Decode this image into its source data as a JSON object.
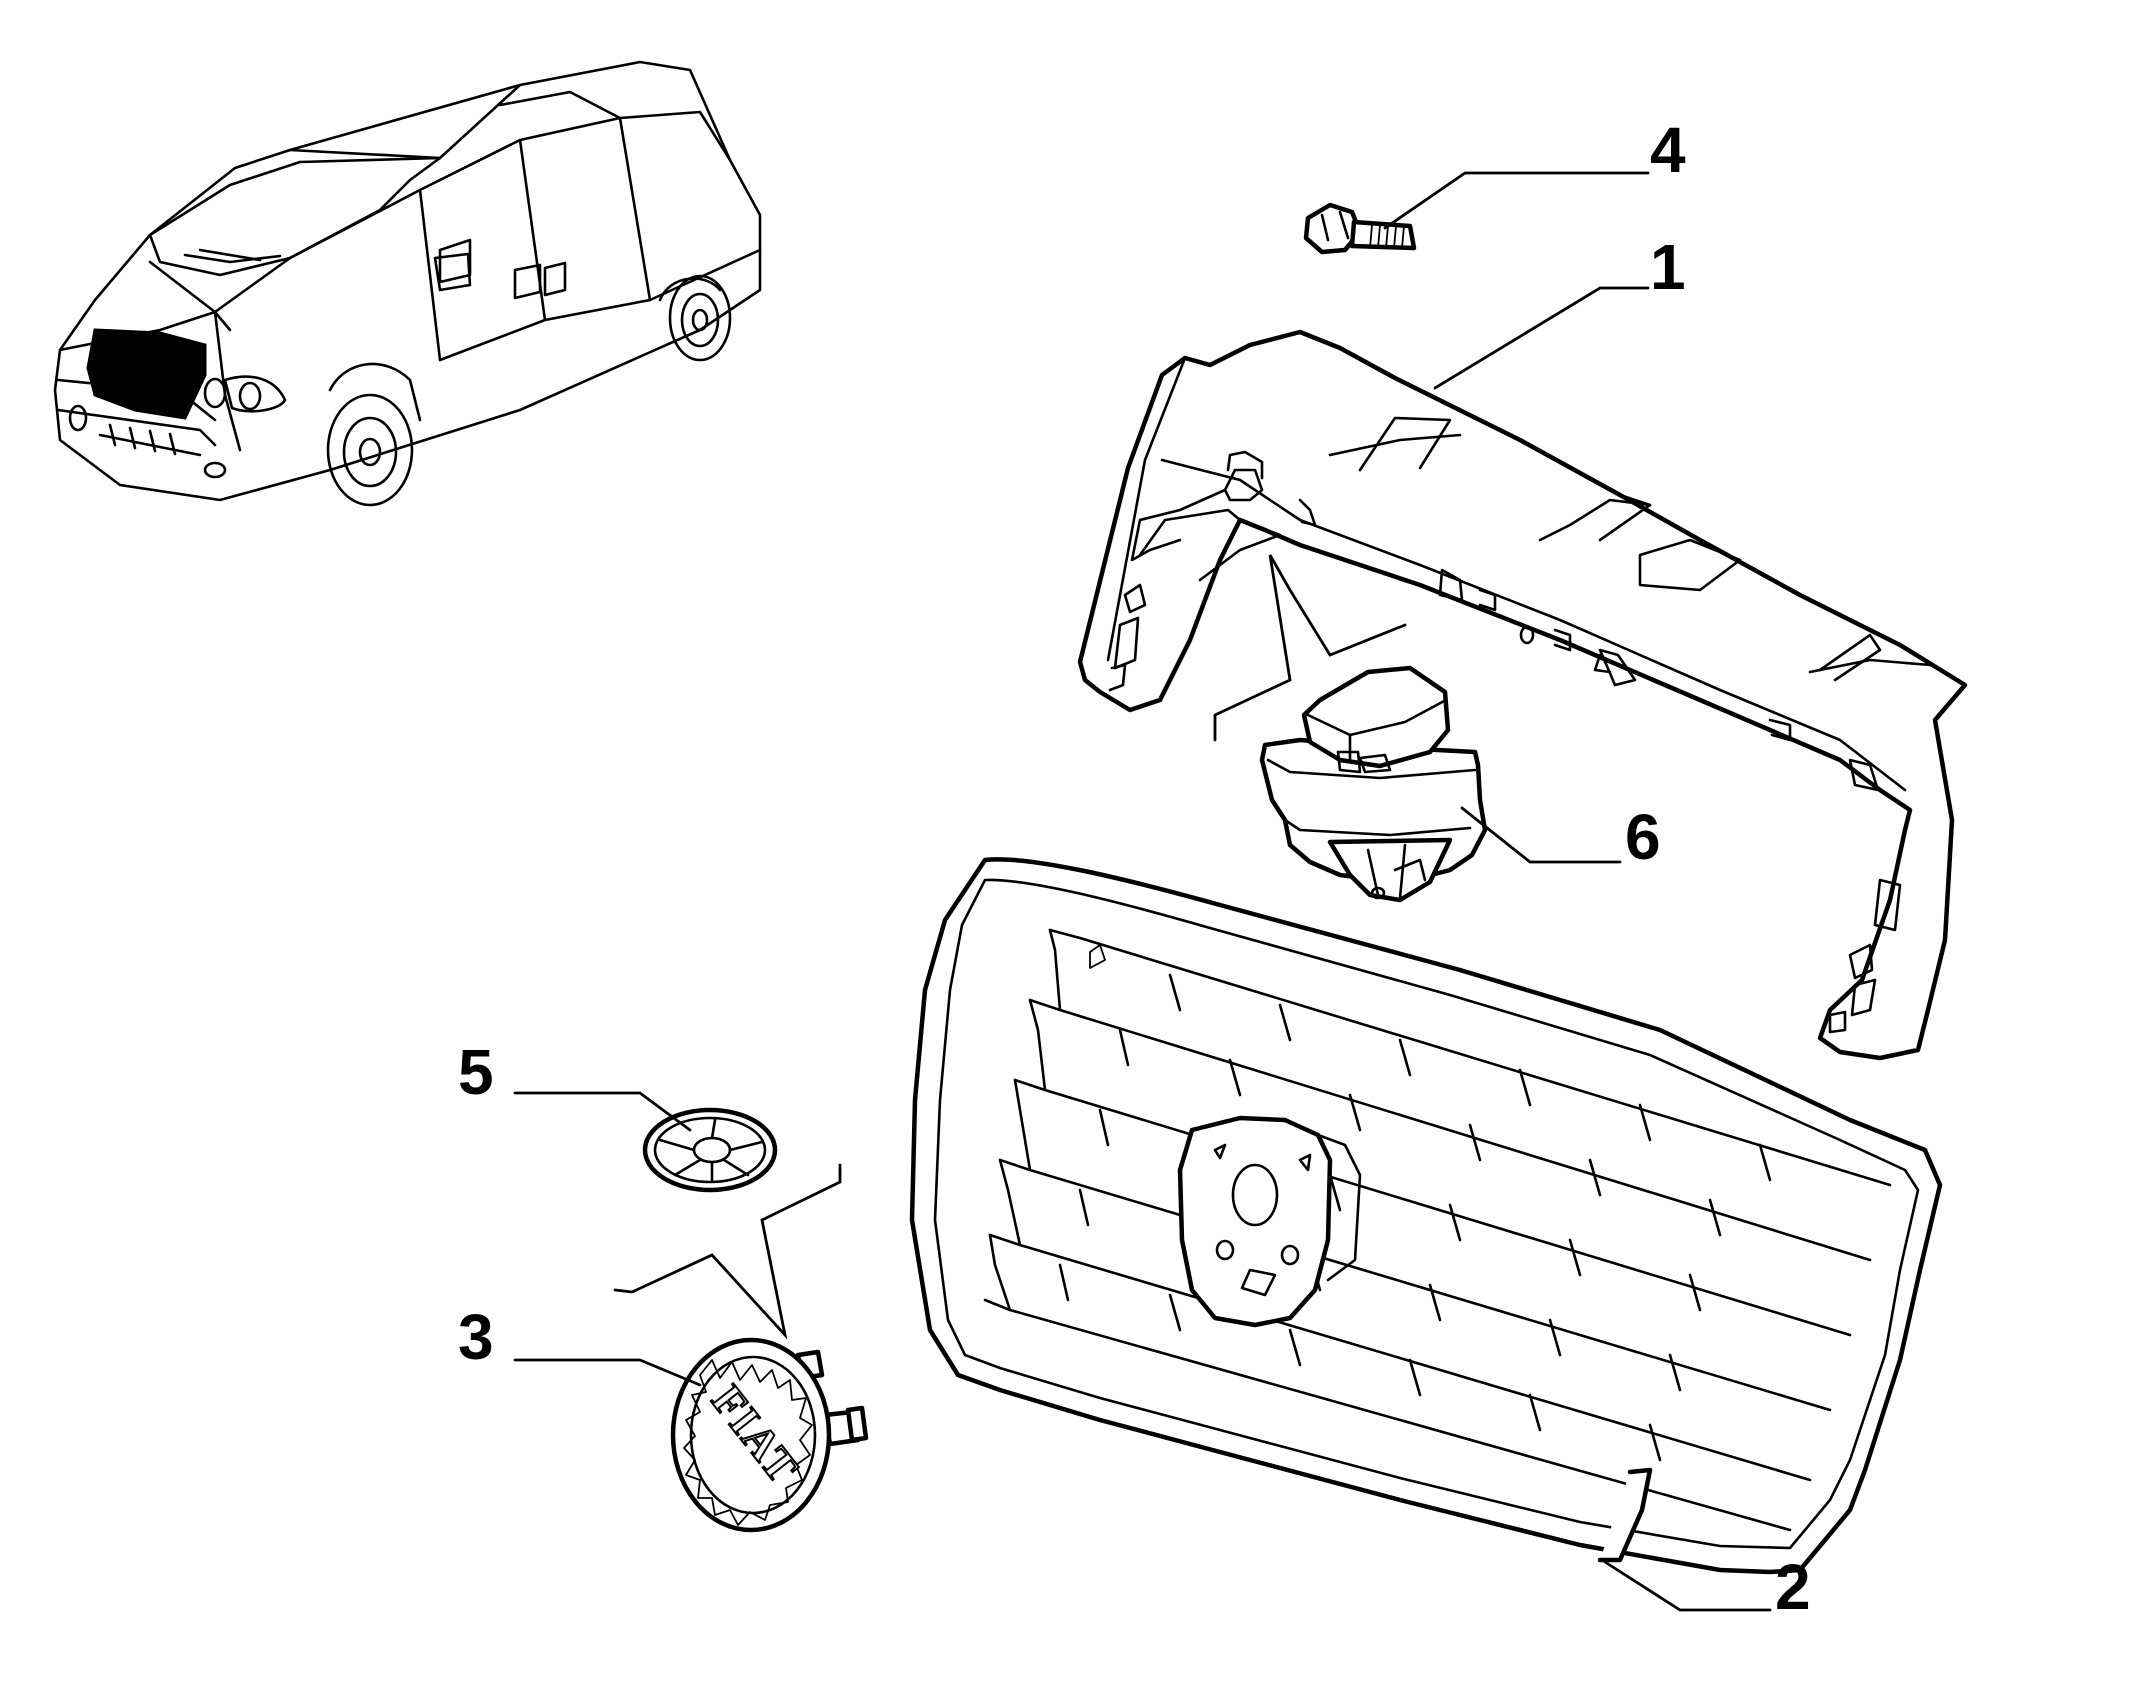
{
  "callouts": [
    {
      "id": "1",
      "label": "1"
    },
    {
      "id": "2",
      "label": "2"
    },
    {
      "id": "3",
      "label": "3"
    },
    {
      "id": "4",
      "label": "4"
    },
    {
      "id": "5",
      "label": "5"
    },
    {
      "id": "6",
      "label": "6"
    }
  ],
  "emblem": {
    "text": "FIAT"
  },
  "colors": {
    "line": "#000000",
    "background": "#ffffff",
    "highlight": "#000000"
  }
}
